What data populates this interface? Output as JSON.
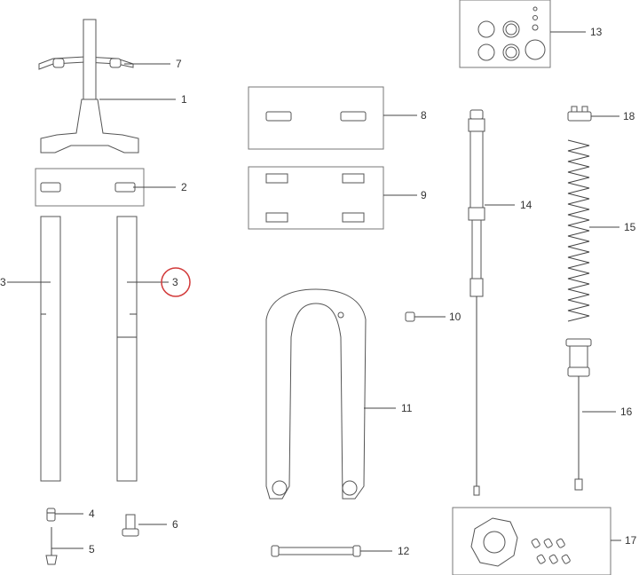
{
  "diagram": {
    "labels": {
      "p1": "1",
      "p2": "2",
      "p3_left": "3",
      "p3_right": "3",
      "p4": "4",
      "p5": "5",
      "p6": "6",
      "p7": "7",
      "p8": "8",
      "p9": "9",
      "p10": "10",
      "p11": "11",
      "p12": "12",
      "p13": "13",
      "p14": "14",
      "p15": "15",
      "p16": "16",
      "p17": "17",
      "p18": "18"
    },
    "highlight": {
      "label": "3",
      "color": "#d23a3a"
    },
    "colors": {
      "line": "#444444",
      "part_stroke": "#555555",
      "box_stroke": "#777777"
    }
  }
}
